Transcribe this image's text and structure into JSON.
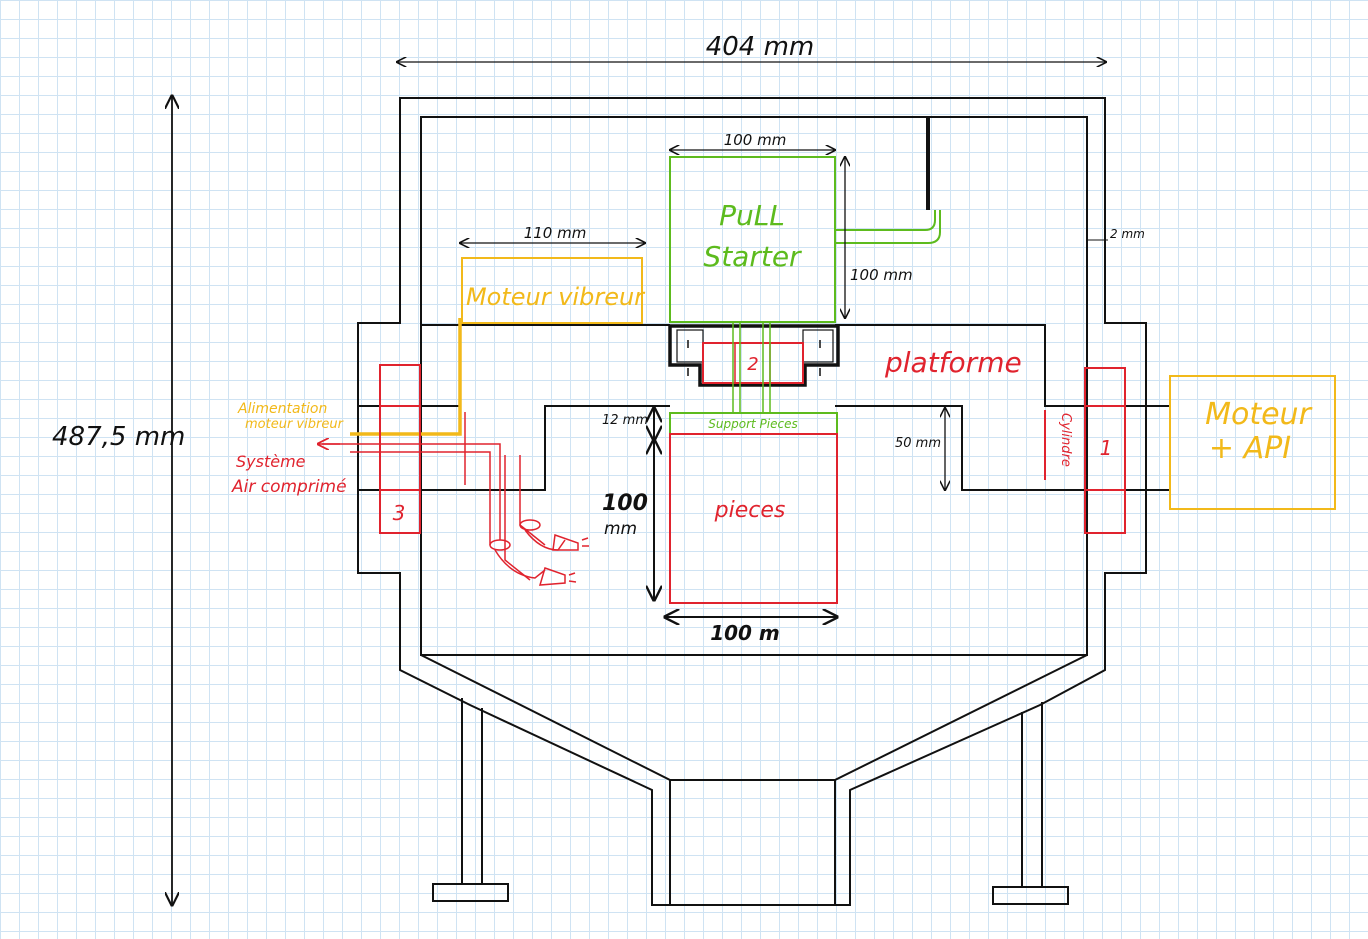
{
  "dimensions": {
    "width_total": "404 mm",
    "height_total": "487,5 mm",
    "pull_width": "100 mm",
    "pull_height": "100 mm",
    "vibreur_width": "110 mm",
    "wall": "2 mm",
    "support_gap": "12 mm",
    "pieces_height_line1": "100",
    "pieces_height_line2": "mm",
    "pieces_width": "100 m",
    "slot_height": "50 mm"
  },
  "labels": {
    "pull_line1": "PuLL",
    "pull_line2": "Starter",
    "moteur_vibreur": "Moteur vibreur",
    "platforme": "platforme",
    "support_pieces": "Support Pieces",
    "pieces": "pieces",
    "moteur_api_line1": "Moteur",
    "moteur_api_line2": "+ API",
    "cylindre": "Cylindre",
    "num1": "1",
    "num2": "2",
    "num3": "3",
    "alim_line1": "Alimentation",
    "alim_line2": "moteur vibreur",
    "systeme_line1": "Système",
    "systeme_line2": "Air comprimé"
  },
  "colors": {
    "outline": "#111111",
    "green": "#5dbb1e",
    "red": "#e0232e",
    "yellow": "#f2b91a",
    "grid": "#cfe3f3"
  }
}
